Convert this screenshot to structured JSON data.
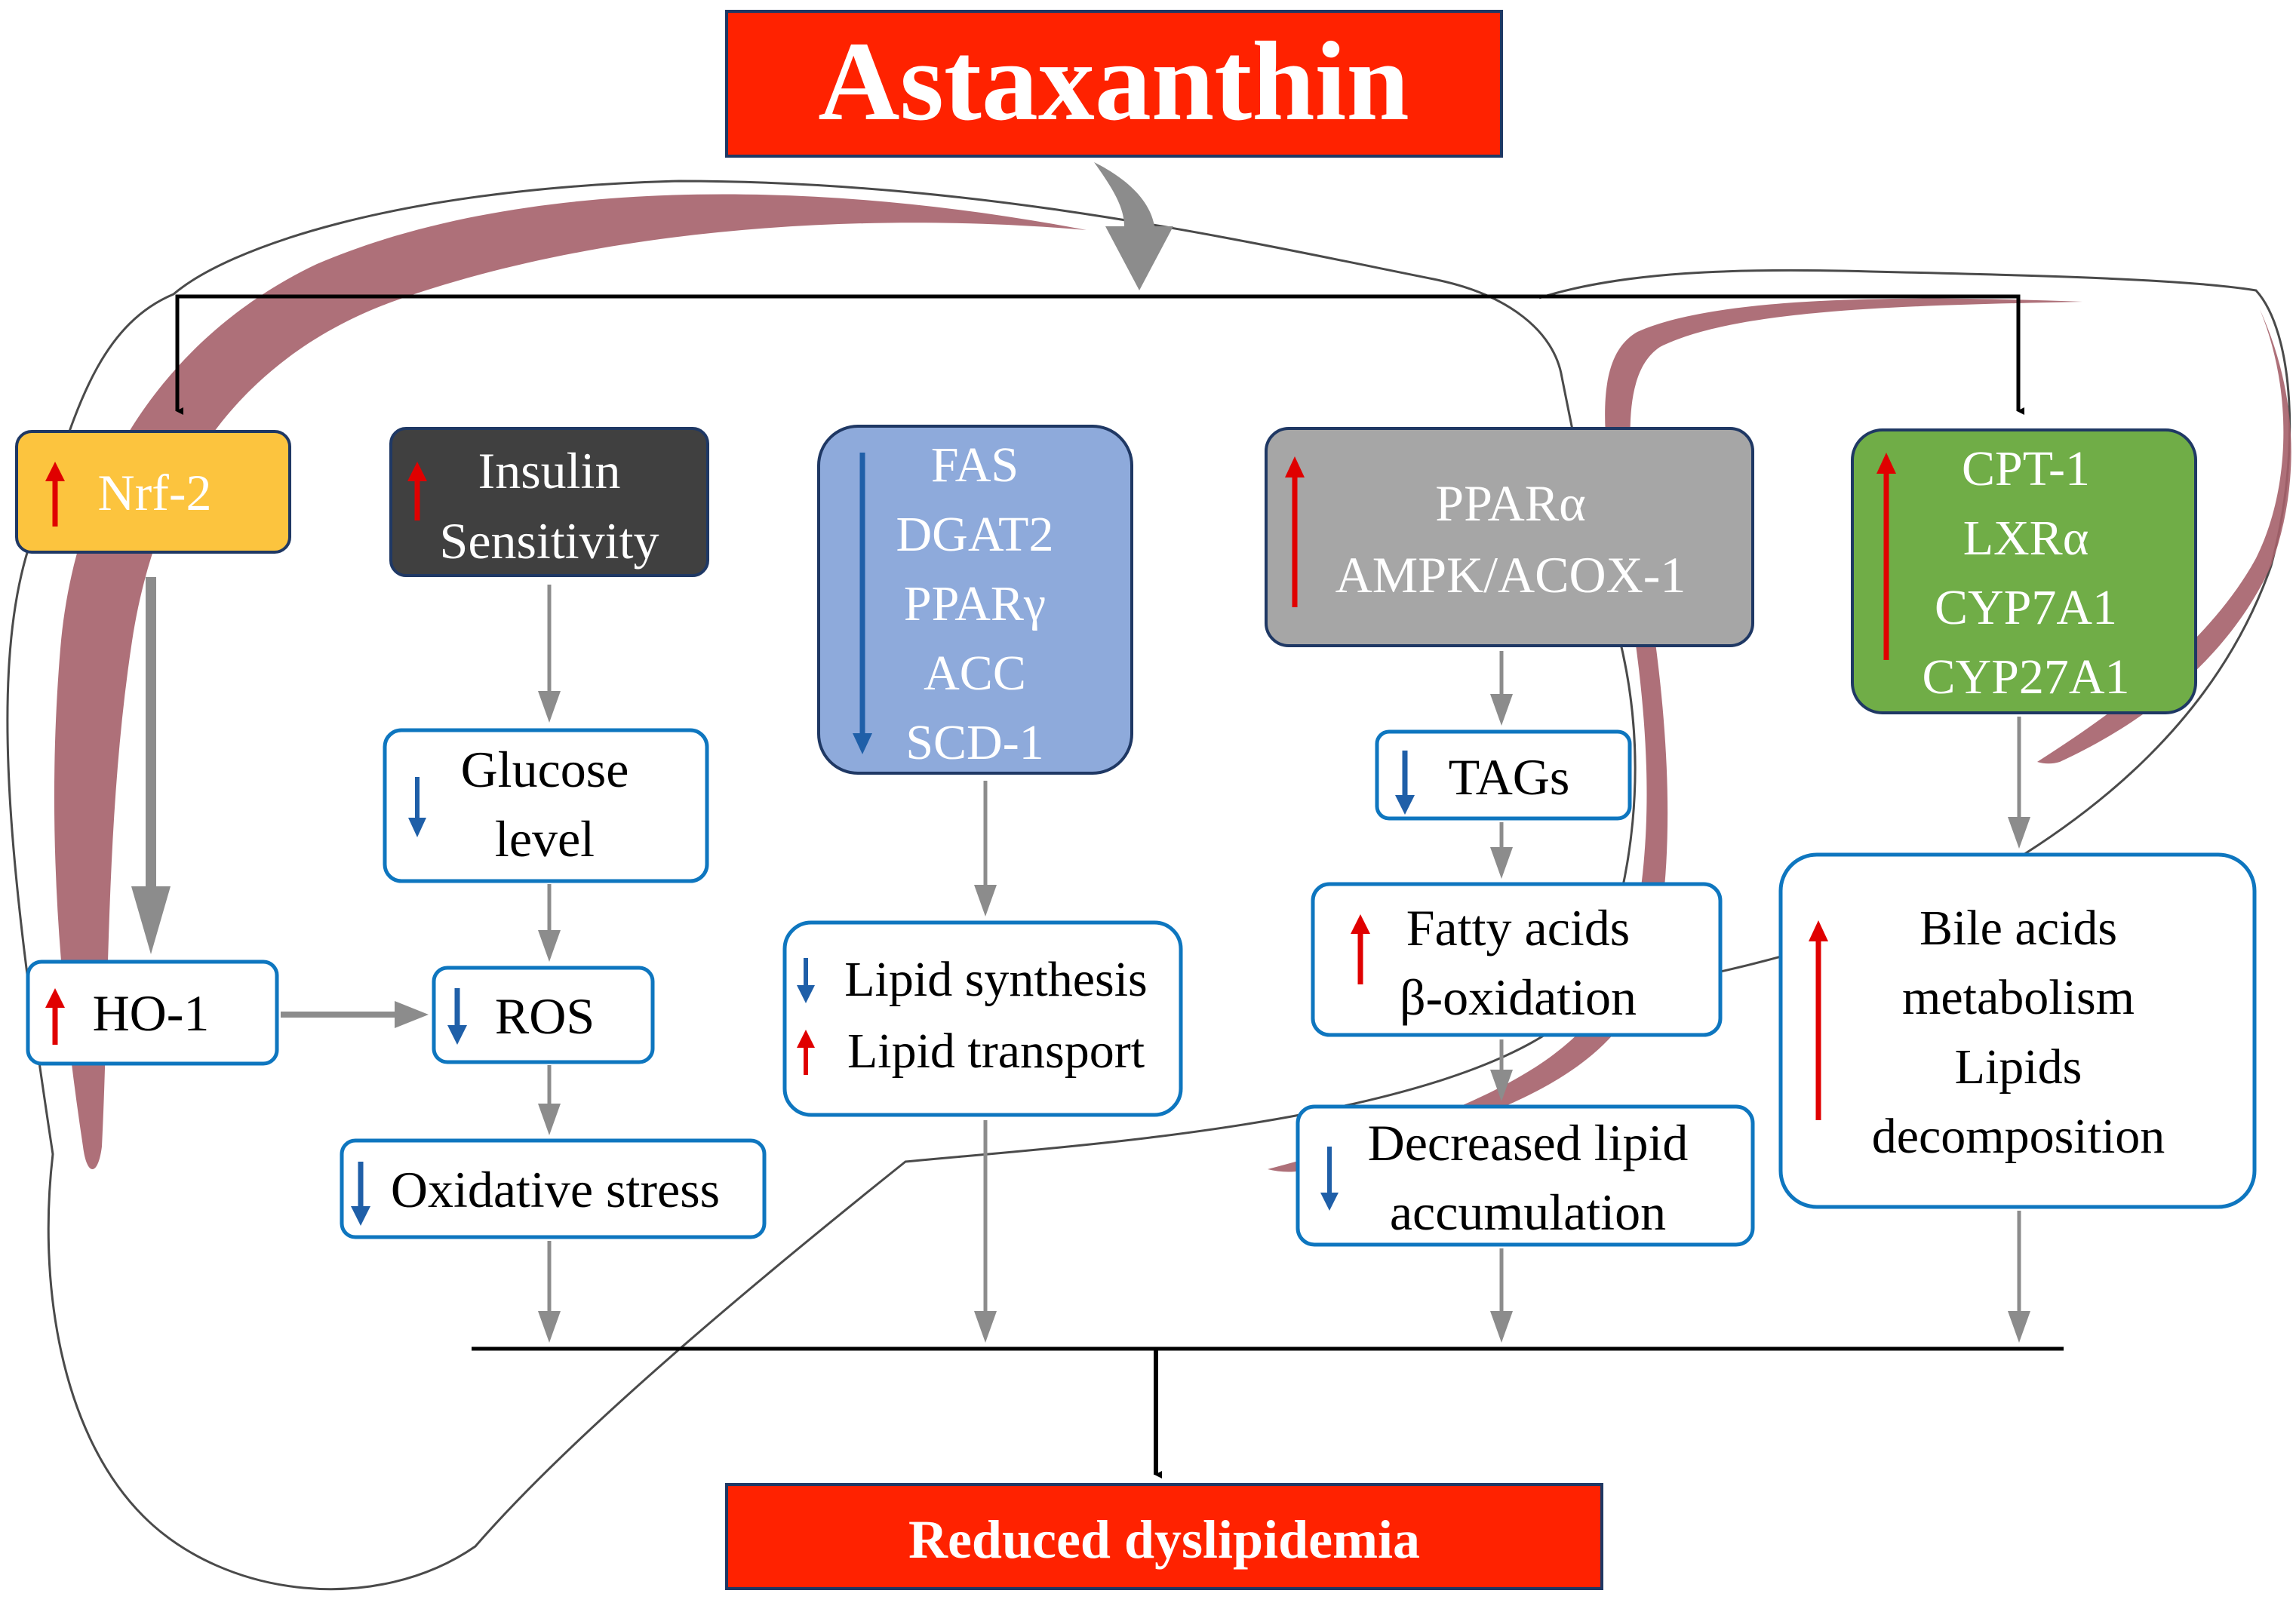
{
  "title": "Astaxanthin",
  "outcome": "Reduced dyslipidemia",
  "colors": {
    "title_bg": "#ff2200",
    "nrf2_bg": "#fcc43e",
    "insulin_bg": "#404040",
    "enzymes_bg": "#8eaadb",
    "ppar_bg": "#a6a6a6",
    "cpt_bg": "#70ad47",
    "outline_blue": "#0e76bf",
    "arrow_up": "#e00000",
    "arrow_down": "#1f5fa8",
    "gray_arrow": "#8c8c8c",
    "liver_band": "#a5616a"
  },
  "nodes": {
    "nrf2": {
      "label": "Nrf-2",
      "direction": "up"
    },
    "ho1": {
      "label": "HO-1",
      "direction": "up"
    },
    "insulin": {
      "line1": "Insulin",
      "line2": "Sensitivity",
      "direction": "up"
    },
    "glucose": {
      "line1": "Glucose",
      "line2": "level",
      "direction": "down"
    },
    "ros": {
      "label": "ROS",
      "direction": "down"
    },
    "oxidative": {
      "label": "Oxidative stress",
      "direction": "down"
    },
    "enzymes": {
      "items": [
        "FAS",
        "DGAT2",
        "PPARγ",
        "ACC",
        "SCD-1"
      ],
      "direction": "down"
    },
    "lipid": {
      "synthesis": "Lipid synthesis",
      "synthesis_direction": "down",
      "transport": "Lipid transport",
      "transport_direction": "up"
    },
    "ppar": {
      "line1": "PPARα",
      "line2": "AMPK/ACOX-1",
      "direction": "up"
    },
    "tags": {
      "label": "TAGs",
      "direction": "down"
    },
    "fatty": {
      "line1": "Fatty acids",
      "line2": "β-oxidation",
      "direction": "up"
    },
    "decreased": {
      "line1": "Decreased lipid",
      "line2": "accumulation",
      "direction": "down"
    },
    "cpt": {
      "items": [
        "CPT-1",
        "LXRα",
        "CYP7A1",
        "CYP27A1"
      ],
      "direction": "up"
    },
    "bile": {
      "items": [
        "Bile acids",
        "metabolism",
        "Lipids",
        "decomposition"
      ],
      "direction": "up"
    }
  }
}
